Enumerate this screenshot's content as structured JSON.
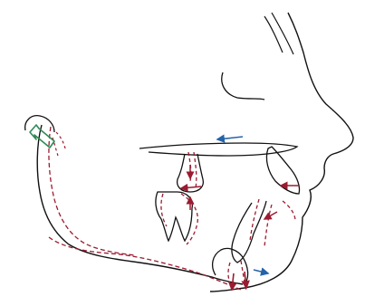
{
  "figure": {
    "type": "cephalometric-tracing",
    "labels": [],
    "colors": {
      "outline": "#111111",
      "change": "#9b1b30",
      "arrow_forward": "#2563a8",
      "condyle_arrow": "#2e8b57",
      "background": "#ffffff"
    },
    "structures": [
      "soft-tissue-profile",
      "orbit",
      "palatal-plane",
      "upper-molar",
      "lower-molar",
      "upper-incisor",
      "lower-incisor",
      "mandible",
      "condyle"
    ]
  }
}
